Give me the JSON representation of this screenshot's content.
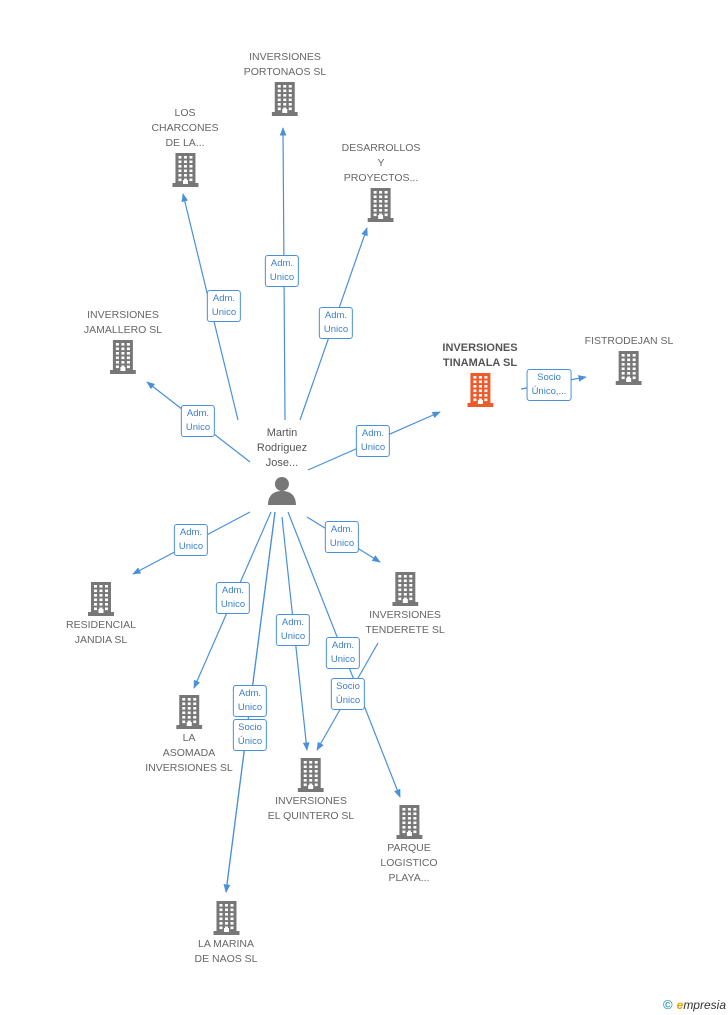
{
  "colors": {
    "edge": "#4a90d9",
    "building": "#777777",
    "building_highlight": "#ee5a2a",
    "person": "#777777"
  },
  "person": {
    "lines": [
      "Martin",
      "Rodriguez",
      "Jose..."
    ],
    "icon": "person-icon"
  },
  "companies": [
    {
      "id": "portonaos",
      "lines": [
        "INVERSIONES",
        "PORTONAOS SL"
      ],
      "label_pos": "above",
      "icon": "building-icon"
    },
    {
      "id": "charcones",
      "lines": [
        "LOS",
        "CHARCONES",
        "DE LA..."
      ],
      "label_pos": "above",
      "icon": "building-icon"
    },
    {
      "id": "desarrollos",
      "lines": [
        "DESARROLLOS",
        "Y",
        "PROYECTOS..."
      ],
      "label_pos": "above",
      "icon": "building-icon"
    },
    {
      "id": "jamallero",
      "lines": [
        "INVERSIONES",
        "JAMALLERO SL"
      ],
      "label_pos": "above",
      "icon": "building-icon"
    },
    {
      "id": "tinamala",
      "lines": [
        "INVERSIONES",
        "TINAMALA SL"
      ],
      "label_pos": "above",
      "icon": "building-icon",
      "highlight": true
    },
    {
      "id": "fistrodejan",
      "lines": [
        "FISTRODEJAN SL"
      ],
      "label_pos": "above",
      "icon": "building-icon"
    },
    {
      "id": "residencial",
      "lines": [
        "RESIDENCIAL",
        "JANDIA SL"
      ],
      "label_pos": "below",
      "icon": "building-icon"
    },
    {
      "id": "tenderete",
      "lines": [
        "INVERSIONES",
        "TENDERETE SL"
      ],
      "label_pos": "below",
      "icon": "building-icon"
    },
    {
      "id": "asomada",
      "lines": [
        "LA",
        "ASOMADA",
        "INVERSIONES SL"
      ],
      "label_pos": "below",
      "icon": "building-icon"
    },
    {
      "id": "quintero",
      "lines": [
        "INVERSIONES",
        "EL QUINTERO SL"
      ],
      "label_pos": "below",
      "icon": "building-icon"
    },
    {
      "id": "parque",
      "lines": [
        "PARQUE",
        "LOGISTICO",
        "PLAYA..."
      ],
      "label_pos": "below",
      "icon": "building-icon"
    },
    {
      "id": "marina",
      "lines": [
        "LA MARINA",
        "DE NAOS SL"
      ],
      "label_pos": "below",
      "icon": "building-icon"
    }
  ],
  "edges": [
    {
      "from": "person",
      "to": "portonaos",
      "label": [
        "Adm.",
        "Unico"
      ]
    },
    {
      "from": "person",
      "to": "charcones",
      "label": [
        "Adm.",
        "Unico"
      ]
    },
    {
      "from": "person",
      "to": "desarrollos",
      "label": [
        "Adm.",
        "Unico"
      ]
    },
    {
      "from": "person",
      "to": "jamallero",
      "label": [
        "Adm.",
        "Unico"
      ]
    },
    {
      "from": "person",
      "to": "tinamala",
      "label": [
        "Adm.",
        "Unico"
      ]
    },
    {
      "from": "tinamala",
      "to": "fistrodejan",
      "label": [
        "Socio",
        "Único,..."
      ]
    },
    {
      "from": "person",
      "to": "residencial",
      "label": [
        "Adm.",
        "Unico"
      ]
    },
    {
      "from": "person",
      "to": "tenderete",
      "label": [
        "Adm.",
        "Unico"
      ]
    },
    {
      "from": "person",
      "to": "asomada",
      "label": [
        "Adm.",
        "Unico"
      ]
    },
    {
      "from": "person",
      "to": "quintero",
      "label": [
        "Adm.",
        "Unico"
      ]
    },
    {
      "from": "tenderete",
      "to": "quintero",
      "label": [
        "Socio",
        "Único"
      ]
    },
    {
      "from": "person",
      "to": "parque",
      "label": [
        "Adm.",
        "Unico"
      ]
    },
    {
      "from": "person",
      "to": "marina",
      "label": [
        "Adm.",
        "Unico"
      ]
    },
    {
      "from": "person",
      "to": "marina",
      "label": [
        "Socio",
        "Único"
      ]
    }
  ],
  "footer": {
    "copyright": "©",
    "brand_initial": "e",
    "brand_rest": "mpresia"
  }
}
